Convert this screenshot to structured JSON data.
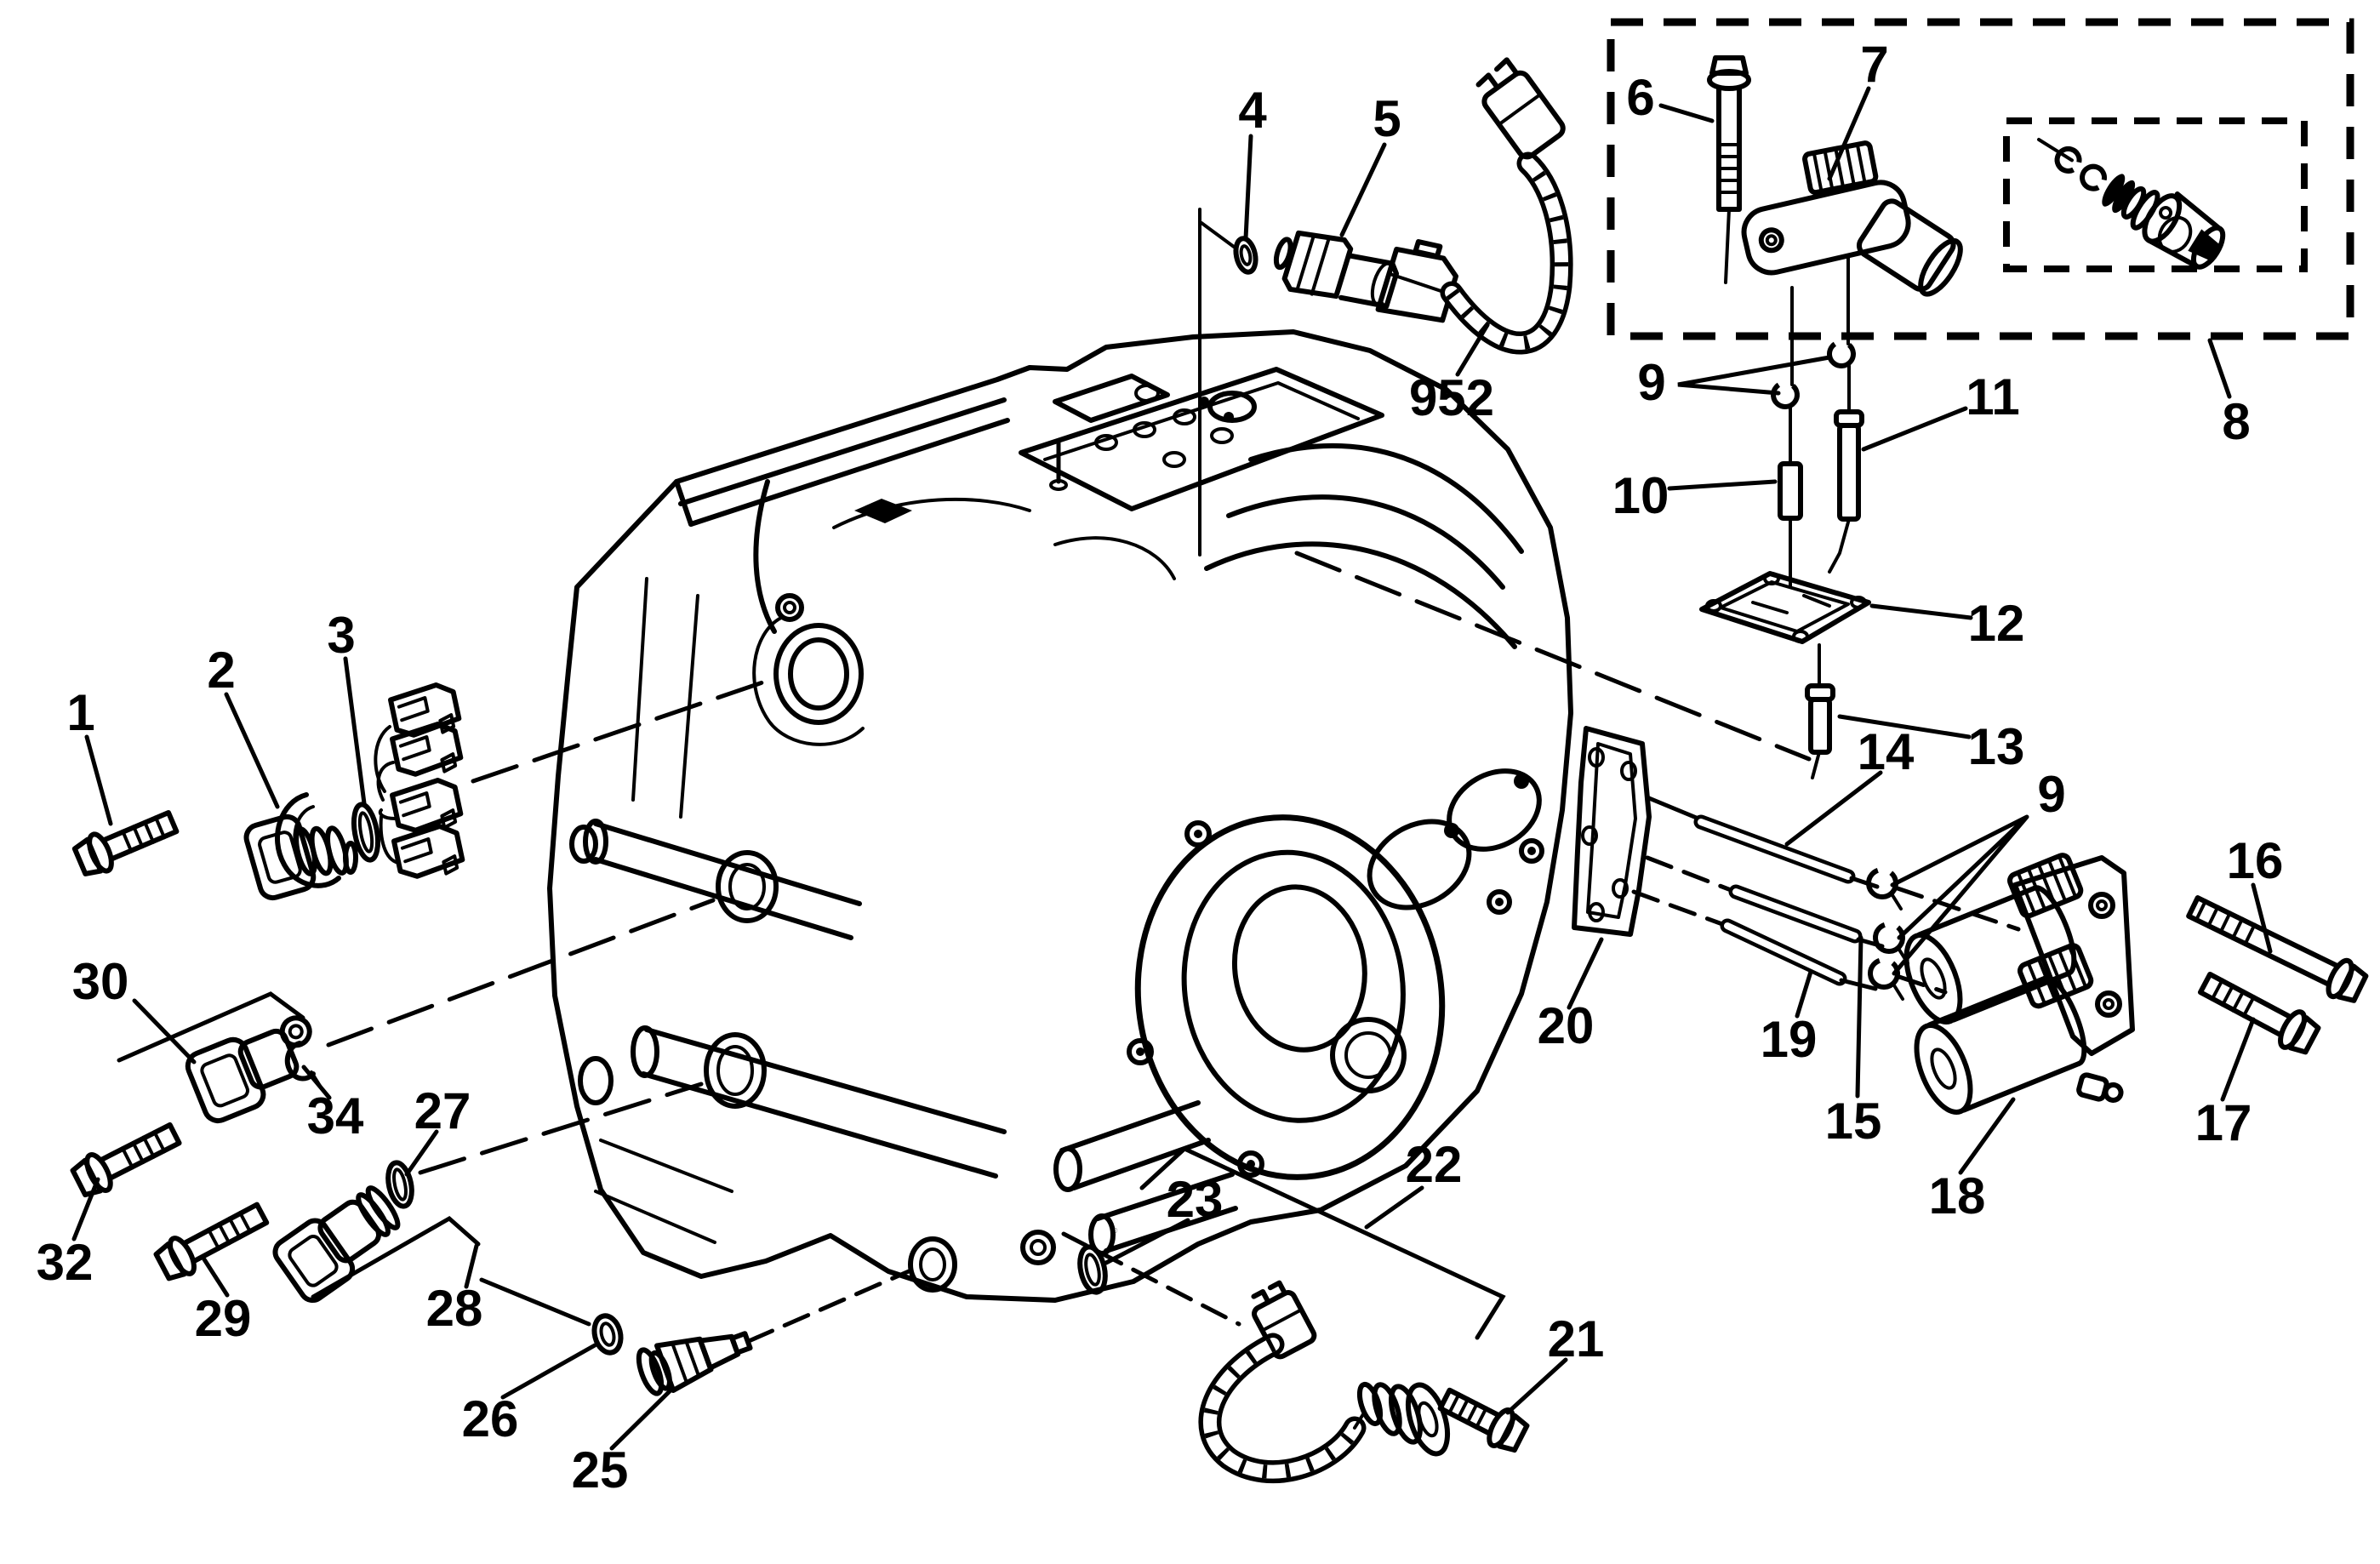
{
  "figure": {
    "type": "exploded-parts-diagram",
    "background_color": "#ffffff",
    "line_color": "#000000"
  },
  "callouts": [
    {
      "id": "1",
      "label": "1"
    },
    {
      "id": "2",
      "label": "2"
    },
    {
      "id": "3",
      "label": "3"
    },
    {
      "id": "4",
      "label": "4"
    },
    {
      "id": "5",
      "label": "5"
    },
    {
      "id": "952",
      "label": "952"
    },
    {
      "id": "6",
      "label": "6"
    },
    {
      "id": "7",
      "label": "7"
    },
    {
      "id": "8",
      "label": "8"
    },
    {
      "id": "9a",
      "label": "9"
    },
    {
      "id": "10",
      "label": "10"
    },
    {
      "id": "11",
      "label": "11"
    },
    {
      "id": "12",
      "label": "12"
    },
    {
      "id": "13",
      "label": "13"
    },
    {
      "id": "14",
      "label": "14"
    },
    {
      "id": "9b",
      "label": "9"
    },
    {
      "id": "15",
      "label": "15"
    },
    {
      "id": "16",
      "label": "16"
    },
    {
      "id": "17",
      "label": "17"
    },
    {
      "id": "18",
      "label": "18"
    },
    {
      "id": "19",
      "label": "19"
    },
    {
      "id": "20",
      "label": "20"
    },
    {
      "id": "21",
      "label": "21"
    },
    {
      "id": "22",
      "label": "22"
    },
    {
      "id": "23",
      "label": "23"
    },
    {
      "id": "25",
      "label": "25"
    },
    {
      "id": "26",
      "label": "26"
    },
    {
      "id": "27",
      "label": "27"
    },
    {
      "id": "28",
      "label": "28"
    },
    {
      "id": "29",
      "label": "29"
    },
    {
      "id": "30",
      "label": "30"
    },
    {
      "id": "32",
      "label": "32"
    },
    {
      "id": "34",
      "label": "34"
    }
  ]
}
